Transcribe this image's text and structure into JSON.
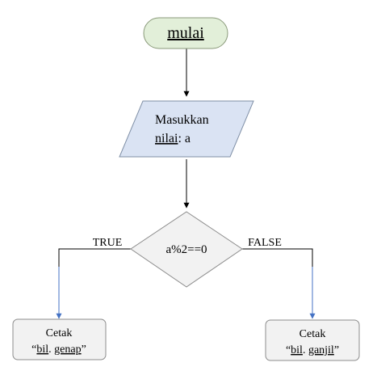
{
  "nodes": {
    "start": {
      "label": "mulai",
      "fill": "#e2efd9",
      "stroke": "#8a9a7a"
    },
    "input": {
      "line1": "Masukkan",
      "line2_word": "nilai",
      "line2_rest": ": a",
      "fill": "#dae3f3",
      "stroke": "#7f8fa6"
    },
    "decision": {
      "label": "a%2==0",
      "fill": "#f2f2f2",
      "stroke": "#8c8c8c"
    },
    "out_true": {
      "line1": "Cetak",
      "line2_open": "“",
      "line2_word1": "bil",
      "line2_mid": ". ",
      "line2_word2": "genap",
      "line2_close": "”",
      "fill": "#f2f2f2",
      "stroke": "#8c8c8c"
    },
    "out_false": {
      "line1": "Cetak",
      "line2_open": "“",
      "line2_word1": "bil",
      "line2_mid": ". ",
      "line2_word2": "ganjil",
      "line2_close": "”",
      "fill": "#f2f2f2",
      "stroke": "#8c8c8c"
    }
  },
  "edges": {
    "true_label": "TRUE",
    "false_label": "FALSE",
    "main_color": "#000000",
    "branch_color": "#4472c4"
  }
}
